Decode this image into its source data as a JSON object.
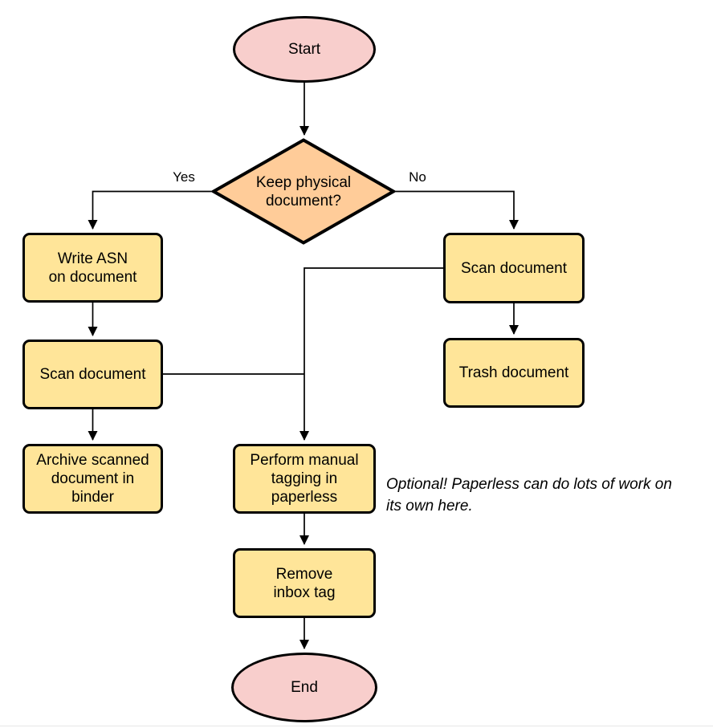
{
  "diagram": {
    "type": "flowchart",
    "nodes": {
      "start": {
        "label": "Start",
        "shape": "terminator"
      },
      "decision": {
        "label": "Keep physical\ndocument?",
        "shape": "decision"
      },
      "write_asn": {
        "label": "Write ASN\non document",
        "shape": "process"
      },
      "scan_left": {
        "label": "Scan document",
        "shape": "process"
      },
      "archive": {
        "label": "Archive scanned\ndocument in\nbinder",
        "shape": "process"
      },
      "scan_right": {
        "label": "Scan document",
        "shape": "process"
      },
      "trash": {
        "label": "Trash document",
        "shape": "process"
      },
      "tagging": {
        "label": "Perform manual\ntagging in\npaperless",
        "shape": "process"
      },
      "remove_inbox": {
        "label": "Remove\ninbox tag",
        "shape": "process"
      },
      "end": {
        "label": "End",
        "shape": "terminator"
      }
    },
    "edge_labels": {
      "yes": "Yes",
      "no": "No"
    },
    "edges": [
      {
        "from": "start",
        "to": "decision",
        "label": ""
      },
      {
        "from": "decision",
        "to": "write_asn",
        "label": "Yes"
      },
      {
        "from": "decision",
        "to": "scan_right",
        "label": "No"
      },
      {
        "from": "write_asn",
        "to": "scan_left",
        "label": ""
      },
      {
        "from": "scan_left",
        "to": "archive",
        "label": ""
      },
      {
        "from": "scan_right",
        "to": "trash",
        "label": ""
      },
      {
        "from": "scan_right",
        "to": "tagging",
        "label": ""
      },
      {
        "from": "scan_left",
        "to": "tagging",
        "label": ""
      },
      {
        "from": "tagging",
        "to": "remove_inbox",
        "label": ""
      },
      {
        "from": "remove_inbox",
        "to": "end",
        "label": ""
      }
    ],
    "annotation": "Optional! Paperless can do lots of work on\nits own here.",
    "colors": {
      "terminator_fill": "#f8cecc",
      "decision_fill": "#ffcc99",
      "process_fill": "#ffe599",
      "stroke": "#000000",
      "background": "#ffffff",
      "divider": "#e7e7e7"
    }
  }
}
